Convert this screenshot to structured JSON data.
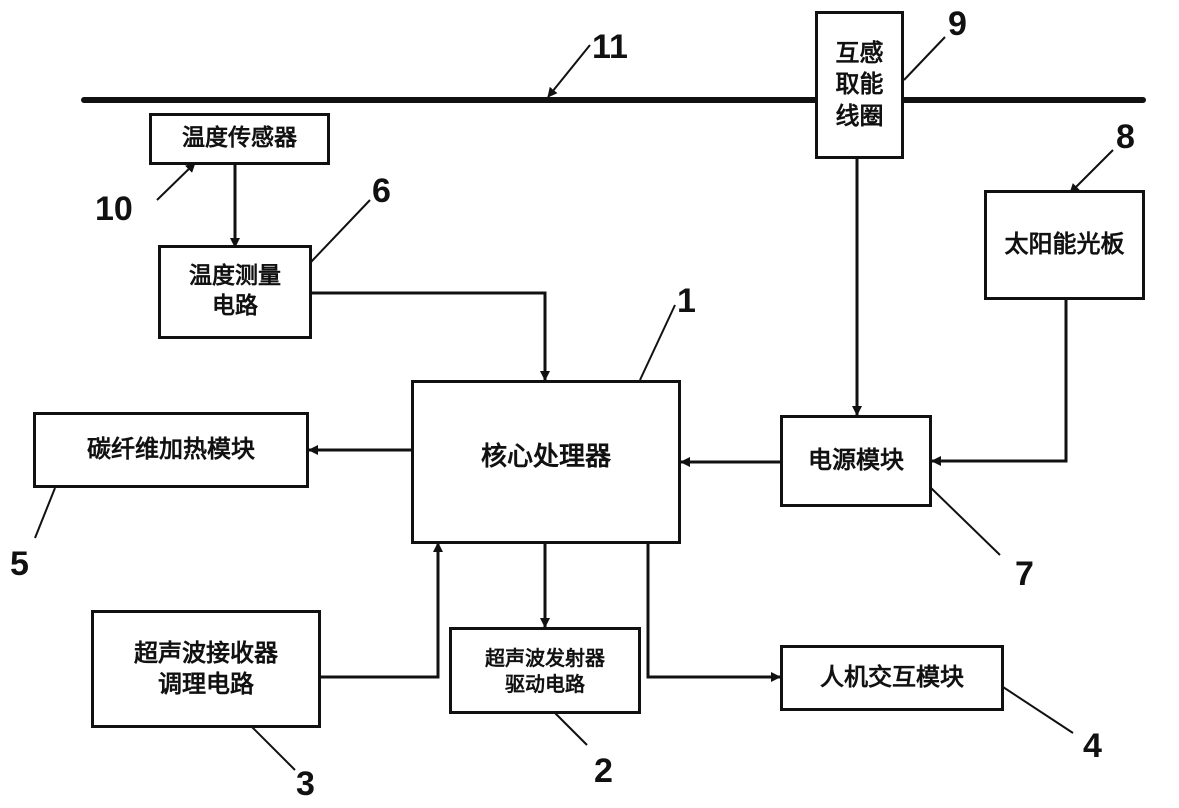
{
  "diagram": {
    "blocks": {
      "core_processor": {
        "label": "核心处理器",
        "ref": "1"
      },
      "ultrasonic_tx_driver": {
        "line1": "超声波发射器",
        "line2": "驱动电路",
        "ref": "2"
      },
      "ultrasonic_rx_conditioning": {
        "line1": "超声波接收器",
        "line2": "调理电路",
        "ref": "3"
      },
      "hmi_module": {
        "label": "人机交互模块",
        "ref": "4"
      },
      "carbon_fiber_heater": {
        "label": "碳纤维加热模块",
        "ref": "5"
      },
      "temp_measure_circuit": {
        "line1": "温度测量",
        "line2": "电路",
        "ref": "6"
      },
      "power_module": {
        "label": "电源模块",
        "ref": "7"
      },
      "solar_panel": {
        "label": "太阳能光板",
        "ref": "8"
      },
      "induction_coil": {
        "line1": "互感",
        "line2": "取能",
        "line3": "线圈",
        "ref": "9"
      },
      "temp_sensor": {
        "label": "温度传感器",
        "ref": "10"
      },
      "power_line": {
        "ref": "11"
      }
    },
    "connections": [
      {
        "from": "temp_sensor",
        "to": "temp_measure_circuit"
      },
      {
        "from": "temp_measure_circuit",
        "to": "core_processor"
      },
      {
        "from": "core_processor",
        "to": "carbon_fiber_heater"
      },
      {
        "from": "power_module",
        "to": "core_processor"
      },
      {
        "from": "induction_coil",
        "to": "power_module"
      },
      {
        "from": "solar_panel",
        "to": "power_module"
      },
      {
        "from": "core_processor",
        "to": "ultrasonic_tx_driver"
      },
      {
        "from": "ultrasonic_rx_conditioning",
        "to": "core_processor"
      },
      {
        "from": "core_processor",
        "to": "hmi_module",
        "bidirectional": true
      }
    ]
  }
}
